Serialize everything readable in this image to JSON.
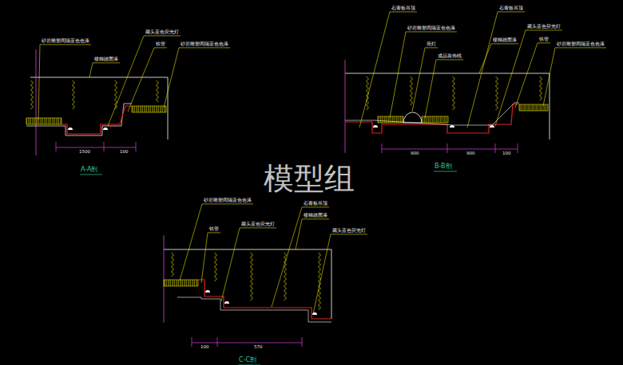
{
  "diagram": {
    "labels": [
      "砂岩雕塑间隔蓝色色漆",
      "藏头蓝色荧光灯",
      "铁管",
      "砂岩雕塑间隔蓝色色漆",
      "楼梯踏面漆",
      "石膏板吊顶",
      "石膏板吊顶",
      "砂岩雕塑间隔蓝色色漆",
      "筒灯",
      "成品装饰线",
      "楼梯踏面漆",
      "藏头蓝色荧光灯",
      "铁管",
      "砂岩雕塑间隔蓝色色漆",
      "砂岩雕塑间隔蓝色色漆",
      "铁管",
      "藏头蓝色荧光灯",
      "石膏板吊顶",
      "楼梯踏面漆",
      "藏头蓝色荧光灯",
      "1500",
      "100",
      "A-A剖",
      "900",
      "900",
      "100",
      "B-B剖",
      "100",
      "570",
      "C-C剖",
      "模型组"
    ]
  }
}
